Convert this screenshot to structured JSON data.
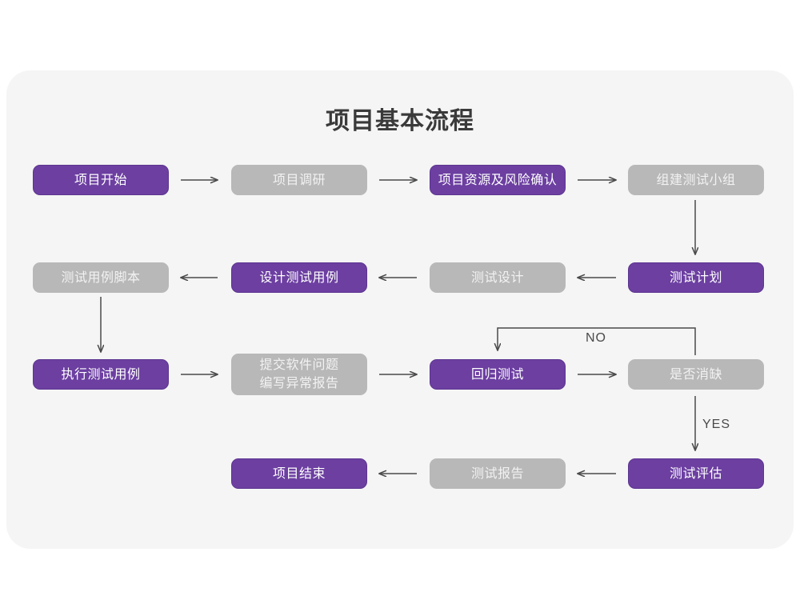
{
  "panel": {
    "background": "#f5f5f5",
    "canvas_background": "#ffffff"
  },
  "title": "项目基本流程",
  "colors": {
    "active": "#6c3fa1",
    "active_text": "#ffffff",
    "muted": "#b8b8b8",
    "muted_text": "#f2f2f2",
    "arrow": "#4a4a4a",
    "title_text": "#3a3a3a"
  },
  "nodes": [
    {
      "id": "project-start",
      "label": "项目开始",
      "state": "active",
      "row": 1,
      "col": 1
    },
    {
      "id": "project-research",
      "label": "项目调研",
      "state": "muted",
      "row": 1,
      "col": 2
    },
    {
      "id": "resource-risk",
      "label": "项目资源及风险确认",
      "state": "active",
      "row": 1,
      "col": 3
    },
    {
      "id": "build-test-team",
      "label": "组建测试小组",
      "state": "muted",
      "row": 1,
      "col": 4
    },
    {
      "id": "testcase-script",
      "label": "测试用例脚本",
      "state": "muted",
      "row": 2,
      "col": 1
    },
    {
      "id": "design-testcase",
      "label": "设计测试用例",
      "state": "active",
      "row": 2,
      "col": 2
    },
    {
      "id": "test-design",
      "label": "测试设计",
      "state": "muted",
      "row": 2,
      "col": 3
    },
    {
      "id": "test-plan",
      "label": "测试计划",
      "state": "active",
      "row": 2,
      "col": 4
    },
    {
      "id": "execute-testcase",
      "label": "执行测试用例",
      "state": "active",
      "row": 3,
      "col": 1
    },
    {
      "id": "submit-defect",
      "label": "提交软件问题\n编写异常报告",
      "state": "muted",
      "row": 3,
      "col": 2
    },
    {
      "id": "regression-test",
      "label": "回归测试",
      "state": "active",
      "row": 3,
      "col": 3
    },
    {
      "id": "defect-resolved",
      "label": "是否消缺",
      "state": "muted",
      "row": 3,
      "col": 4
    },
    {
      "id": "project-end",
      "label": "项目结束",
      "state": "active",
      "row": 4,
      "col": 2
    },
    {
      "id": "test-report",
      "label": "测试报告",
      "state": "muted",
      "row": 4,
      "col": 3
    },
    {
      "id": "test-evaluation",
      "label": "测试评估",
      "state": "active",
      "row": 4,
      "col": 4
    }
  ],
  "edge_labels": {
    "no": "NO",
    "yes": "YES"
  }
}
